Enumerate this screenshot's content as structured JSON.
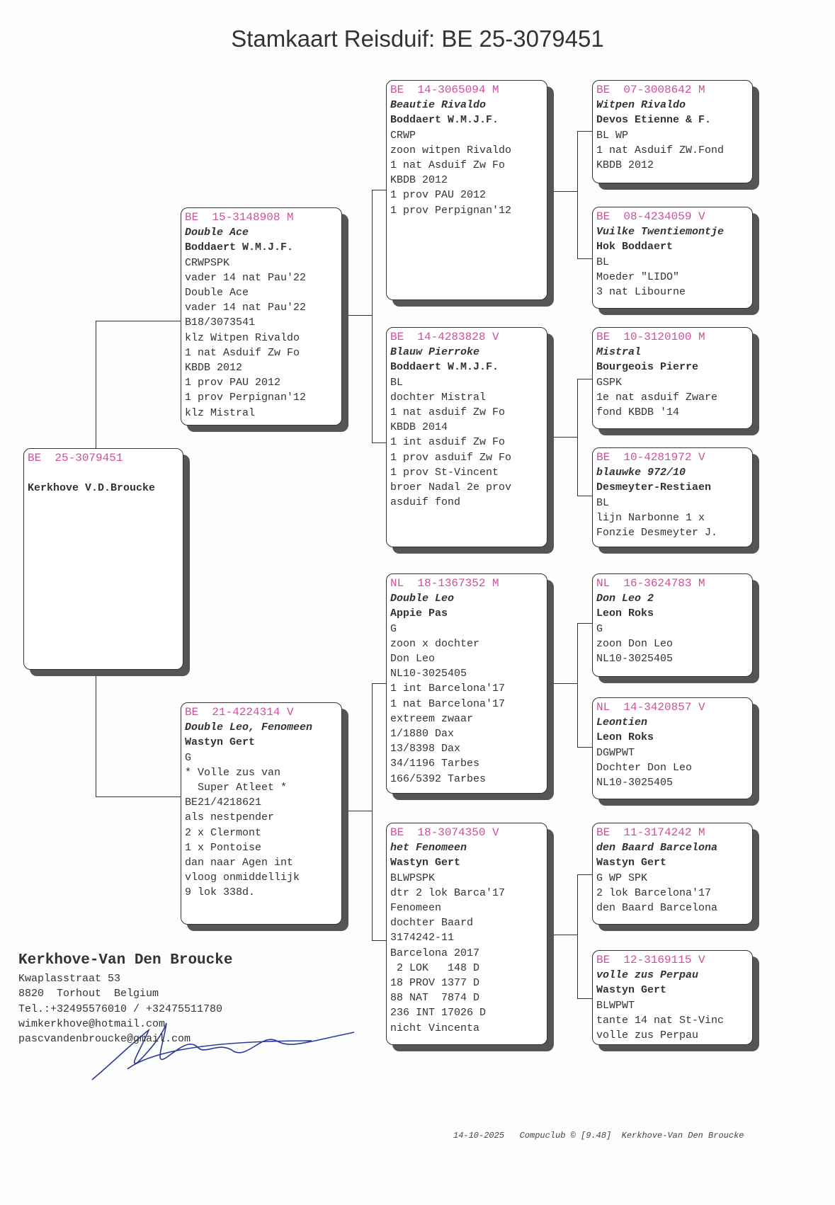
{
  "title": "Stamkaart Reisduif: BE  25-3079451",
  "root": {
    "ring": "BE  25-3079451",
    "name": "",
    "owner": "Kerkhove V.D.Broucke",
    "lines": []
  },
  "gen1": [
    {
      "ring": "BE  15-3148908 M",
      "name": "Double Ace",
      "owner": "Boddaert W.M.J.F.",
      "lines": [
        "CRWPSPK",
        "vader 14 nat Pau'22",
        "Double Ace",
        "vader 14 nat Pau'22",
        "B18/3073541",
        "klz Witpen Rivaldo",
        "1 nat Asduif Zw Fo",
        "KBDB 2012",
        "1 prov PAU 2012",
        "1 prov Perpignan'12",
        "klz Mistral"
      ]
    },
    {
      "ring": "BE  21-4224314 V",
      "name": "Double Leo, Fenomeen",
      "owner": "Wastyn Gert",
      "lines": [
        "G",
        "* Volle zus van",
        "  Super Atleet *",
        "BE21/4218621",
        "als nestpender",
        "2 x Clermont",
        "1 x Pontoise",
        "dan naar Agen int",
        "vloog onmiddellijk",
        "9 lok 338d."
      ]
    }
  ],
  "gen2": [
    {
      "ring": "BE  14-3065094 M",
      "name": "Beautie Rivaldo",
      "owner": "Boddaert W.M.J.F.",
      "lines": [
        "CRWP",
        "zoon witpen Rivaldo",
        "1 nat Asduif Zw Fo",
        "KBDB 2012",
        "1 prov PAU 2012",
        "1 prov Perpignan'12"
      ]
    },
    {
      "ring": "BE  14-4283828 V",
      "name": "Blauw Pierroke",
      "owner": "Boddaert W.M.J.F.",
      "lines": [
        "BL",
        "dochter Mistral",
        "1 nat asduif Zw Fo",
        "KBDB 2014",
        "1 int asduif Zw Fo",
        "1 prov asduif Zw Fo",
        "1 prov St-Vincent",
        "broer Nadal 2e prov",
        "asduif fond"
      ]
    },
    {
      "ring": "NL  18-1367352 M",
      "name": "Double Leo",
      "owner": "Appie Pas",
      "lines": [
        "G",
        "zoon x dochter",
        "Don Leo",
        "NL10-3025405",
        "1 int Barcelona'17",
        "1 nat Barcelona'17",
        "extreem zwaar",
        "1/1880 Dax",
        "13/8398 Dax",
        "34/1196 Tarbes",
        "166/5392 Tarbes"
      ]
    },
    {
      "ring": "BE  18-3074350 V",
      "name": "het Fenomeen",
      "owner": "Wastyn Gert",
      "lines": [
        "BLWPSPK",
        "dtr 2 lok Barca'17",
        "Fenomeen",
        "dochter Baard",
        "3174242-11",
        "Barcelona 2017",
        " 2 LOK   148 D",
        "18 PROV 1377 D",
        "88 NAT  7874 D",
        "236 INT 17026 D",
        "nicht Vincenta"
      ]
    }
  ],
  "gen3": [
    {
      "ring": "BE  07-3008642 M",
      "name": "Witpen Rivaldo",
      "owner": "Devos Etienne & F.",
      "lines": [
        "BL WP",
        "1 nat Asduif ZW.Fond",
        "KBDB 2012"
      ]
    },
    {
      "ring": "BE  08-4234059 V",
      "name": "Vuilke Twentiemontje",
      "owner": "Hok Boddaert",
      "lines": [
        "BL",
        "Moeder \"LIDO\"",
        "3 nat Libourne"
      ]
    },
    {
      "ring": "BE  10-3120100 M",
      "name": "Mistral",
      "owner": "Bourgeois Pierre",
      "lines": [
        "GSPK",
        "1e nat asduif Zware",
        "fond KBDB '14"
      ]
    },
    {
      "ring": "BE  10-4281972 V",
      "name": "blauwke 972/10",
      "owner": "Desmeyter-Restiaen",
      "lines": [
        "BL",
        "lijn Narbonne 1 x",
        "Fonzie Desmeyter J."
      ]
    },
    {
      "ring": "NL  16-3624783 M",
      "name": "Don Leo 2",
      "owner": "Leon Roks",
      "lines": [
        "G",
        "zoon Don Leo",
        "NL10-3025405"
      ]
    },
    {
      "ring": "NL  14-3420857 V",
      "name": "Leontien",
      "owner": "Leon Roks",
      "lines": [
        "DGWPWT",
        "Dochter Don Leo",
        "NL10-3025405"
      ]
    },
    {
      "ring": "BE  11-3174242 M",
      "name": "den Baard Barcelona",
      "owner": "Wastyn Gert",
      "lines": [
        "G WP SPK",
        "2 lok Barcelona'17",
        "den Baard Barcelona"
      ]
    },
    {
      "ring": "BE  12-3169115 V",
      "name": "volle zus Perpau",
      "owner": "Wastyn Gert",
      "lines": [
        "BLWPWT",
        "tante 14 nat St-Vinc",
        "volle zus Perpau"
      ]
    }
  ],
  "breeder": {
    "name": "Kerkhove-Van Den Broucke",
    "lines": [
      "Kwaplasstraat 53",
      "8820  Torhout  Belgium",
      "Tel.:+32495576010 / +32475511780",
      "wimkerkhove@hotmail.com",
      "pascvandenbroucke@gmail.com"
    ]
  },
  "footer": "14-10-2025   Compuclub © [9.48]  Kerkhove-Van Den Broucke",
  "colors": {
    "ring": "#d0509a",
    "signature": "#2a3a9a"
  }
}
